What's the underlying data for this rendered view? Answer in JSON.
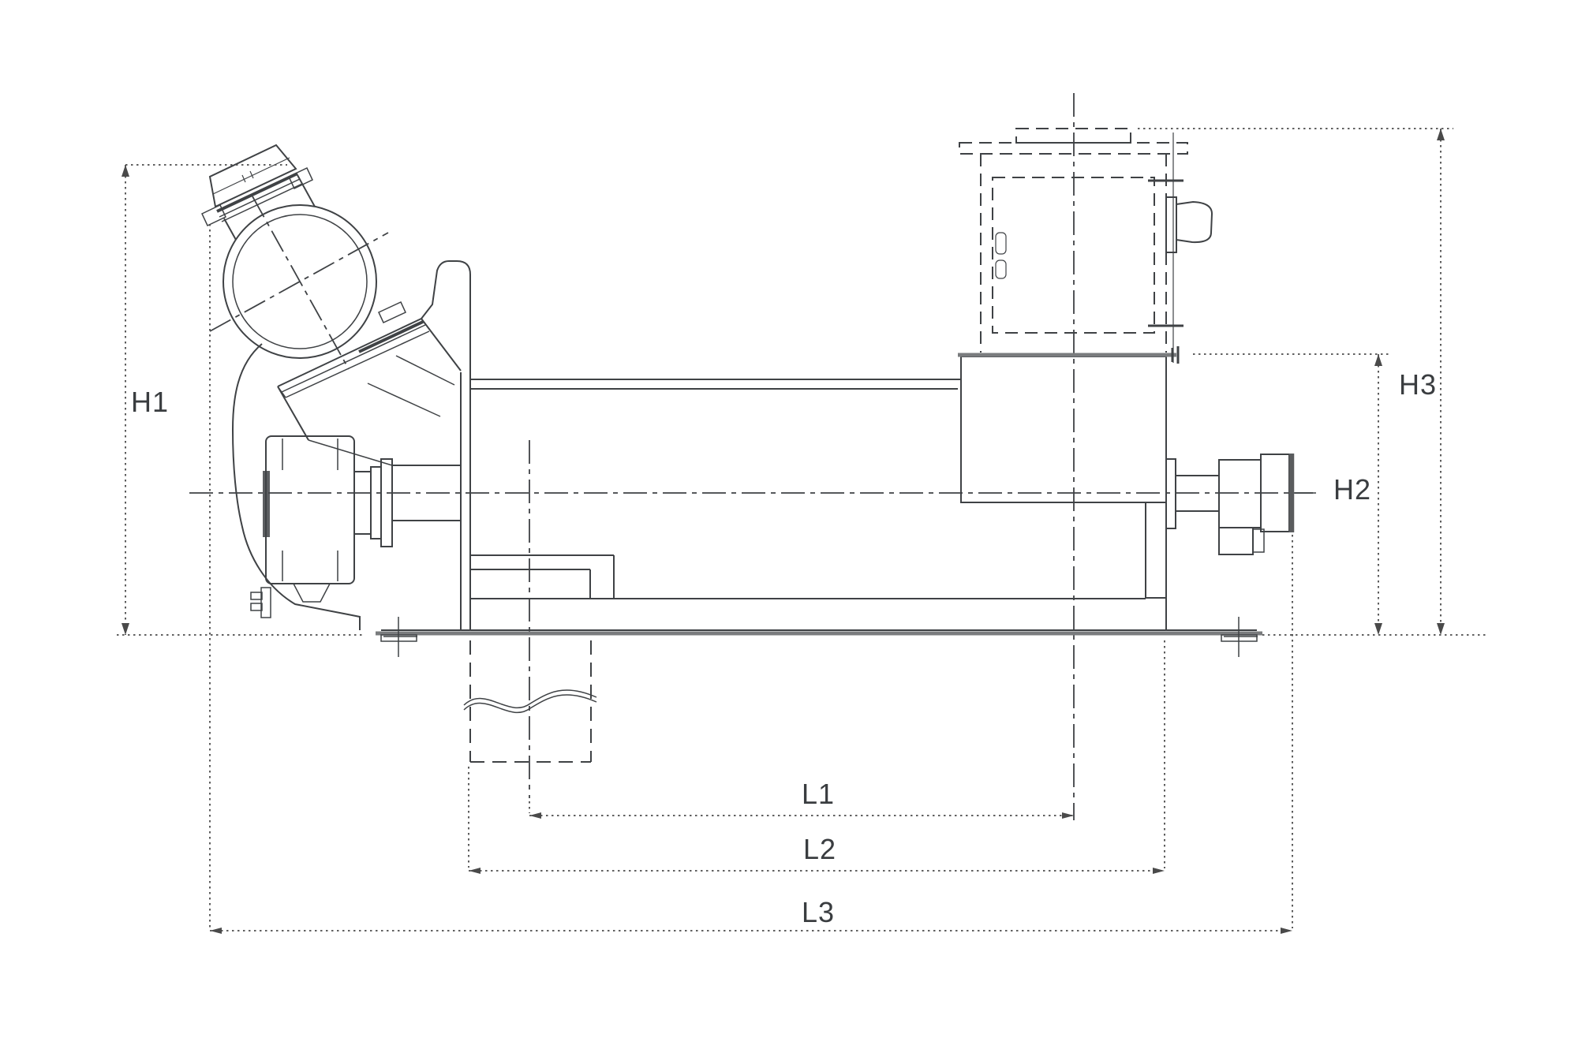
{
  "drawing": {
    "type": "technical-drawing",
    "view": "side-elevation-with-dimensions",
    "labels": {
      "h1": "H1",
      "h2": "H2",
      "h3": "H3",
      "l1": "L1",
      "l2": "L2",
      "l3": "L3"
    }
  },
  "colors": {
    "bg": "#ffffff",
    "line": "#3f4245",
    "dim": "#4a4a4a",
    "thick": "#7a7c7e",
    "dimtext": "#3a3d40"
  }
}
